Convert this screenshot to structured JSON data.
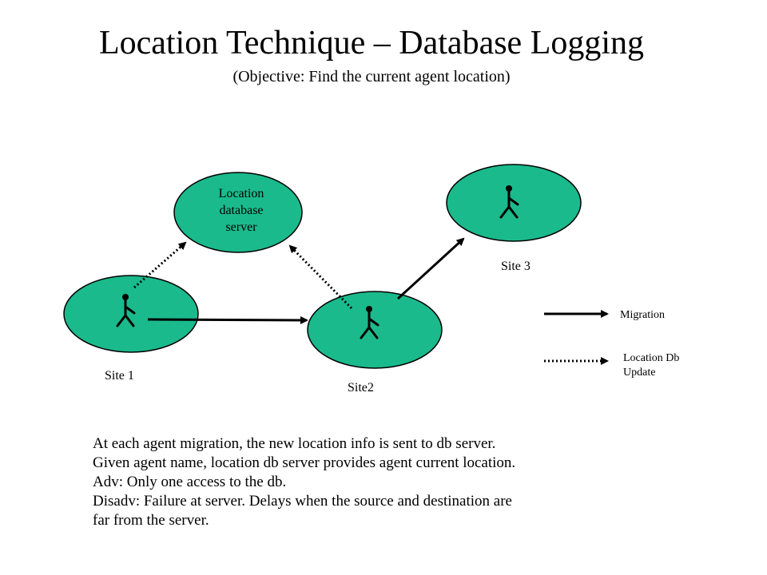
{
  "title": "Location Technique – Database Logging",
  "subtitle": "(Objective: Find the current agent location)",
  "server": {
    "label_lines": [
      "Location",
      "database",
      "server"
    ]
  },
  "sites": {
    "site1": "Site 1",
    "site2": "Site2",
    "site3": "Site 3"
  },
  "legend": {
    "migration": "Migration",
    "update_lines": [
      "Location Db",
      "Update"
    ]
  },
  "notes": [
    "At each agent migration, the new location info is sent to db server.",
    "Given agent name, location db server provides agent current location.",
    "Adv:  Only one access to the db.",
    "Disadv: Failure at server.  Delays when the source and destination are",
    "far from the server."
  ],
  "colors": {
    "node_fill": "#1aba8c",
    "stroke": "#000000"
  }
}
